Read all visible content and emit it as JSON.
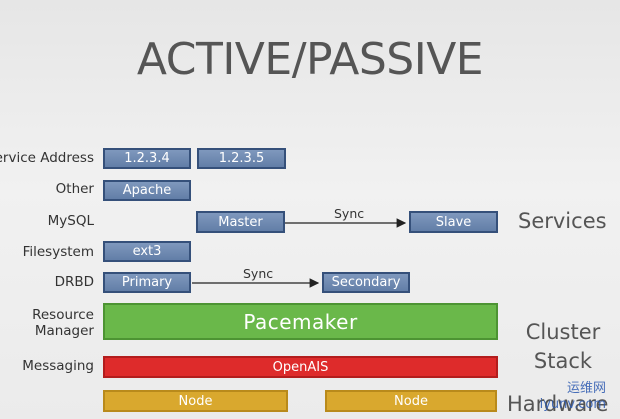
{
  "title": "ACTIVE/PASSIVE",
  "row_labels": {
    "service_address": "Service Address",
    "other": "Other",
    "mysql": "MySQL",
    "filesystem": "Filesystem",
    "drbd": "DRBD",
    "resource_manager": "Resource Manager",
    "messaging": "Messaging"
  },
  "boxes": {
    "ip1": "1.2.3.4",
    "ip2": "1.2.3.5",
    "apache": "Apache",
    "master": "Master",
    "slave": "Slave",
    "ext3": "ext3",
    "primary": "Primary",
    "secondary": "Secondary",
    "pacemaker": "Pacemaker",
    "openais": "OpenAIS",
    "node1": "Node",
    "node2": "Node"
  },
  "sync_labels": {
    "mysql_sync": "Sync",
    "drbd_sync": "Sync"
  },
  "side_labels": {
    "services": "Services",
    "cluster_stack": "Cluster Stack",
    "hardware": "Hardware"
  },
  "watermark": {
    "line1": "运维网",
    "line2": "iyunv.com"
  },
  "colors": {
    "blue_box": "#6a84ad",
    "green_box": "#6ab84a",
    "red_box": "#de2b2b",
    "yellow_box": "#d9a82e"
  }
}
